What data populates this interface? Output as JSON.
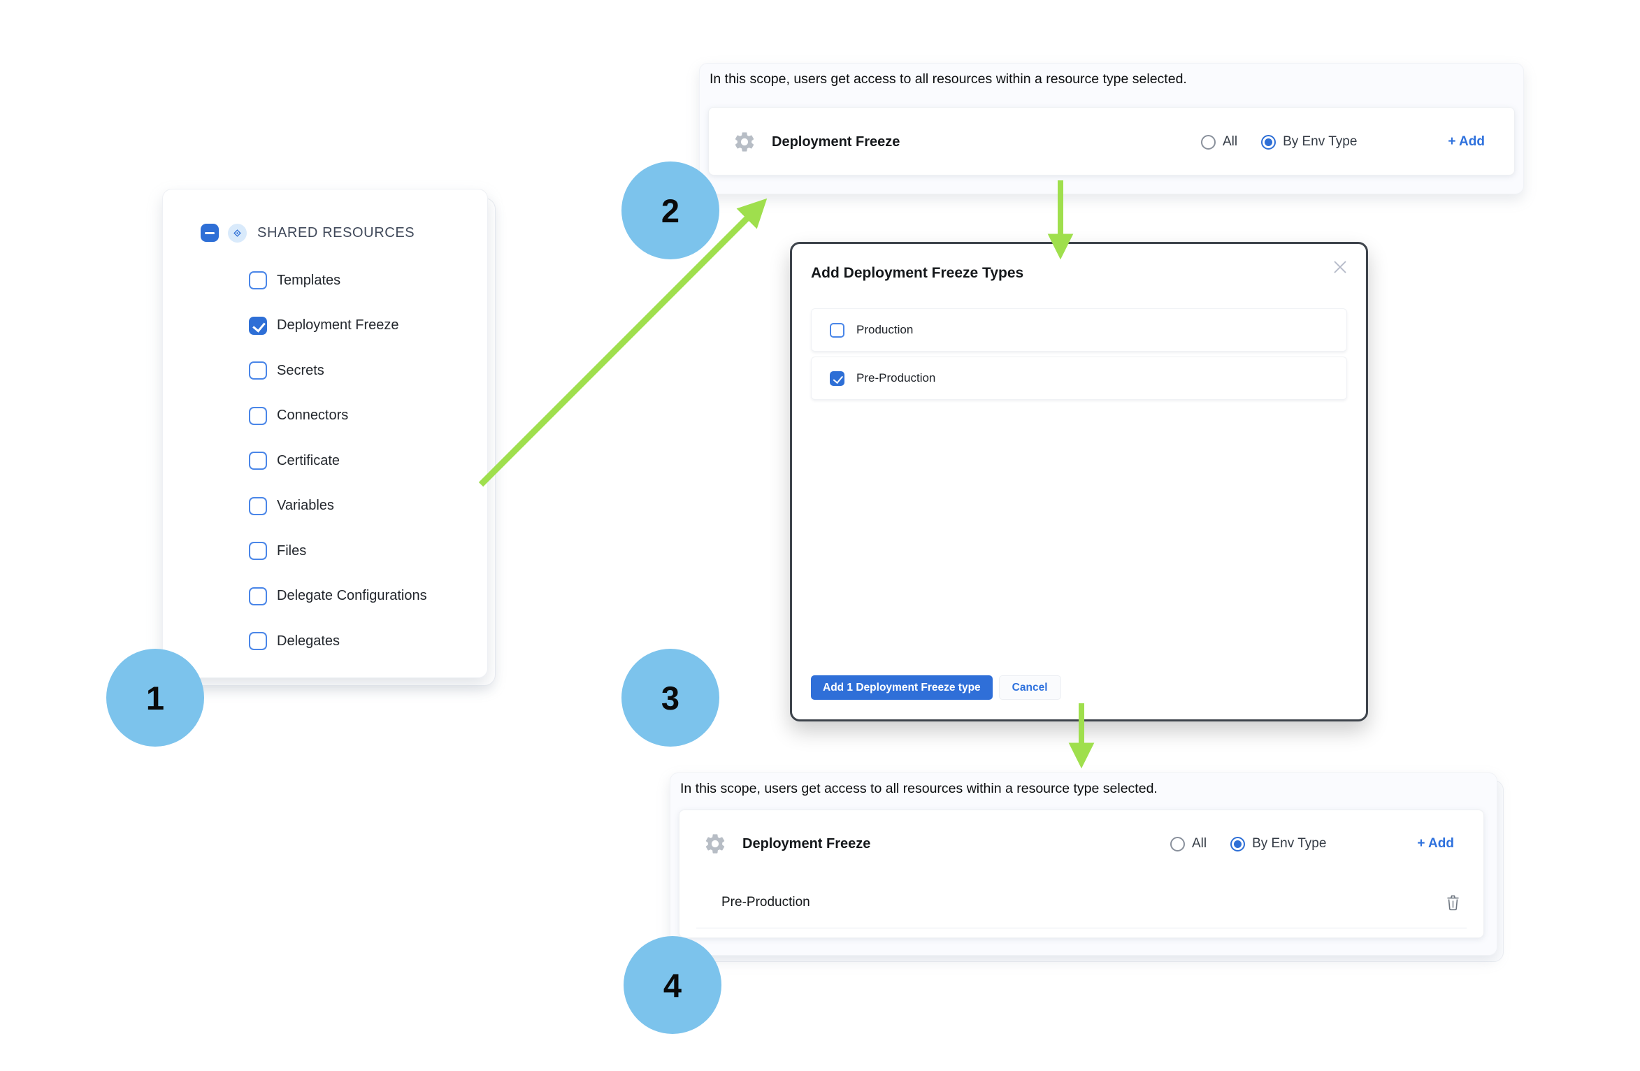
{
  "colors": {
    "accent_blue": "#2e6fd6",
    "step_circle_blue": "#7cc3ec",
    "arrow_green": "#9fdf4d",
    "modal_border": "#3d434b"
  },
  "icons": {
    "group": "shared-resources-icon",
    "resource": "gear-icon",
    "delete": "trash-icon",
    "close": "close-icon"
  },
  "steps": {
    "one": "1",
    "two": "2",
    "three": "3",
    "four": "4"
  },
  "sidebar": {
    "title": "SHARED RESOURCES",
    "items": [
      {
        "label": "Templates",
        "checked": false
      },
      {
        "label": "Deployment Freeze",
        "checked": true
      },
      {
        "label": "Secrets",
        "checked": false
      },
      {
        "label": "Connectors",
        "checked": false
      },
      {
        "label": "Certificate",
        "checked": false
      },
      {
        "label": "Variables",
        "checked": false
      },
      {
        "label": "Files",
        "checked": false
      },
      {
        "label": "Delegate Configurations",
        "checked": false
      },
      {
        "label": "Delegates",
        "checked": false
      }
    ]
  },
  "scope_top": {
    "description": "In this scope, users get access to all resources within a resource type selected.",
    "resource_name": "Deployment Freeze",
    "option_all": "All",
    "option_by_env": "By Env Type",
    "selected_option": "By Env Type",
    "add_label": "+ Add"
  },
  "modal": {
    "title": "Add Deployment Freeze Types",
    "options": [
      {
        "label": "Production",
        "checked": false
      },
      {
        "label": "Pre-Production",
        "checked": true
      }
    ],
    "primary_label": "Add 1 Deployment Freeze type",
    "cancel_label": "Cancel"
  },
  "scope_bottom": {
    "description": "In this scope, users get access to all resources within a resource type selected.",
    "resource_name": "Deployment Freeze",
    "option_all": "All",
    "option_by_env": "By Env Type",
    "selected_option": "By Env Type",
    "add_label": "+ Add",
    "selected_type": "Pre-Production"
  }
}
